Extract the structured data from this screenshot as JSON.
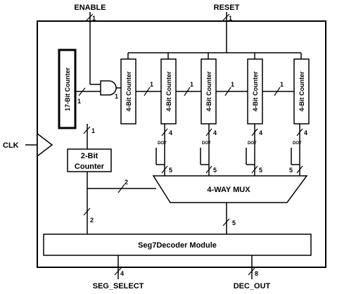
{
  "ports": {
    "enable": "ENABLE",
    "reset": "RESET",
    "clk": "CLK",
    "seg_select": "SEG_SELECT",
    "dec_out": "DEC_OUT"
  },
  "blocks": {
    "counter17": "17-Bit Counter",
    "counter2_line1": "2-Bit",
    "counter2_line2": "Counter",
    "counter4": "4-Bit Counter",
    "mux": "4-WAY MUX",
    "decoder": "Seg7Decoder Module",
    "dot": "DOT"
  },
  "bus_widths": {
    "enable": "1",
    "reset": "1",
    "clk17_to_and": "1",
    "and_to_counter": "1",
    "chain": "1",
    "to_2bit": "1",
    "counter_out": "4",
    "mux_in": "5",
    "sel_to_mux": "2",
    "sel_to_decoder": "2",
    "mux_out": "5",
    "seg_select": "4",
    "dec_out": "8"
  }
}
